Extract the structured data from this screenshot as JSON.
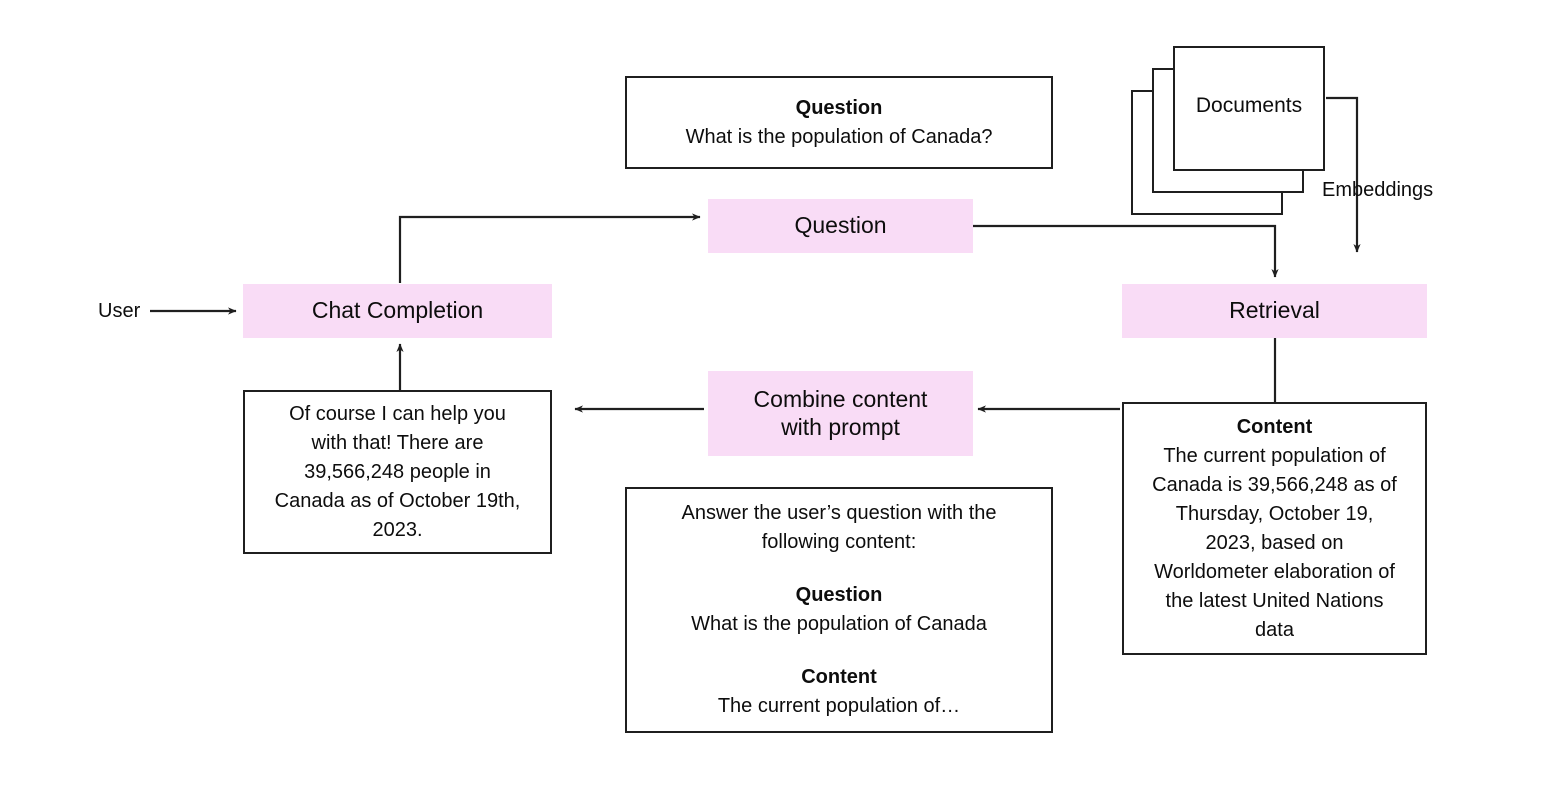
{
  "diagram": {
    "title": "Retrieval Augmented Generation flow",
    "accent_pink": "#f9dcf6",
    "stroke": "#1f1f1f"
  },
  "nodes": {
    "question_source": {
      "header": "Question",
      "body": "What is the population of Canada?"
    },
    "documents": {
      "label": "Documents"
    },
    "embeddings": {
      "label": "Embeddings"
    },
    "question_step": {
      "label": "Question"
    },
    "retrieval_step": {
      "label": "Retrieval"
    },
    "user": {
      "label": "User"
    },
    "chat_completion_step": {
      "label": "Chat Completion"
    },
    "combine_step": {
      "line1": "Combine content",
      "line2": "with prompt"
    },
    "answer": {
      "line1": "Of course I can help you",
      "line2": "with that! There are",
      "line3": "39,566,248 people in",
      "line4": "Canada as of October 19th,",
      "line5": "2023."
    },
    "content": {
      "header": "Content",
      "line1": "The current population of",
      "line2": "Canada is 39,566,248 as of",
      "line3": "Thursday, October 19,",
      "line4": "2023, based on",
      "line5": "Worldometer elaboration of",
      "line6": "the latest United Nations",
      "line7": "data"
    },
    "prompt_template": {
      "intro1": "Answer the user’s question with the",
      "intro2": "following content:",
      "question_header": "Question",
      "question_value": "What is the population of Canada",
      "content_header": "Content",
      "content_value": "The current population of…"
    }
  }
}
